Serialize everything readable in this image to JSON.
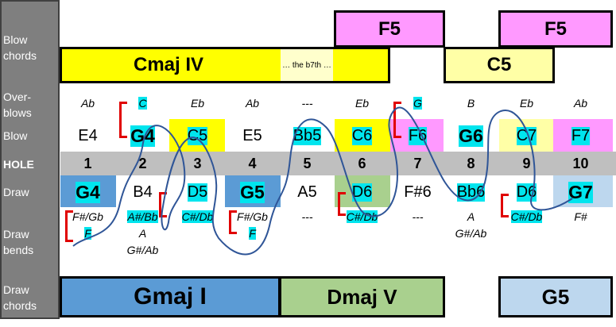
{
  "row_labels": {
    "blow_chords": "Blow\nchords",
    "overblows": "Over-\nblows",
    "blow": "Blow",
    "hole": "HOLE",
    "draw": "Draw",
    "draw_bends": "Draw\nbends",
    "draw_chords": "Draw\nchords"
  },
  "blow_chords": {
    "cmaj": "Cmaj IV",
    "b7th": "… the b7th …",
    "f5_a": "F5",
    "c5": "C5",
    "f5_b": "F5"
  },
  "overblows": [
    "Ab",
    "C",
    "Eb",
    "Ab",
    "---",
    "Eb",
    "G",
    "B",
    "Eb",
    "Ab"
  ],
  "blow": [
    "E4",
    "G4",
    "C5",
    "E5",
    "Bb5",
    "C6",
    "F6",
    "G6",
    "C7",
    "F7"
  ],
  "holes": [
    "1",
    "2",
    "3",
    "4",
    "5",
    "6",
    "7",
    "8",
    "9",
    "10"
  ],
  "draw": [
    "G4",
    "B4",
    "D5",
    "G5",
    "A5",
    "D6",
    "F#6",
    "Bb6",
    "D6",
    "G7"
  ],
  "draw_bend1": [
    "F#/Gb",
    "A#/Bb",
    "C#/Db",
    "F#/Gb",
    "---",
    "C#/Db",
    "---",
    "A",
    "C#/Db",
    "F#"
  ],
  "draw_bend2": [
    "F",
    "A",
    "",
    "F",
    "",
    "",
    "",
    "G#/Ab",
    "",
    ""
  ],
  "draw_bend3": [
    "",
    "G#/Ab",
    "",
    "",
    "",
    "",
    "",
    "",
    "",
    ""
  ],
  "draw_chords": {
    "gmaj": "Gmaj I",
    "dmaj": "Dmaj V",
    "g5": "G5"
  },
  "colors": {
    "yellow": "#ffff00",
    "pale_yellow": "#ffffa6",
    "pink": "#ff99ff",
    "blue": "#5b9bd5",
    "green": "#a9d08e",
    "light_blue": "#bdd7ee",
    "cyan": "#00e5ee",
    "gray": "#bfbfbf",
    "red": "#e00000"
  }
}
